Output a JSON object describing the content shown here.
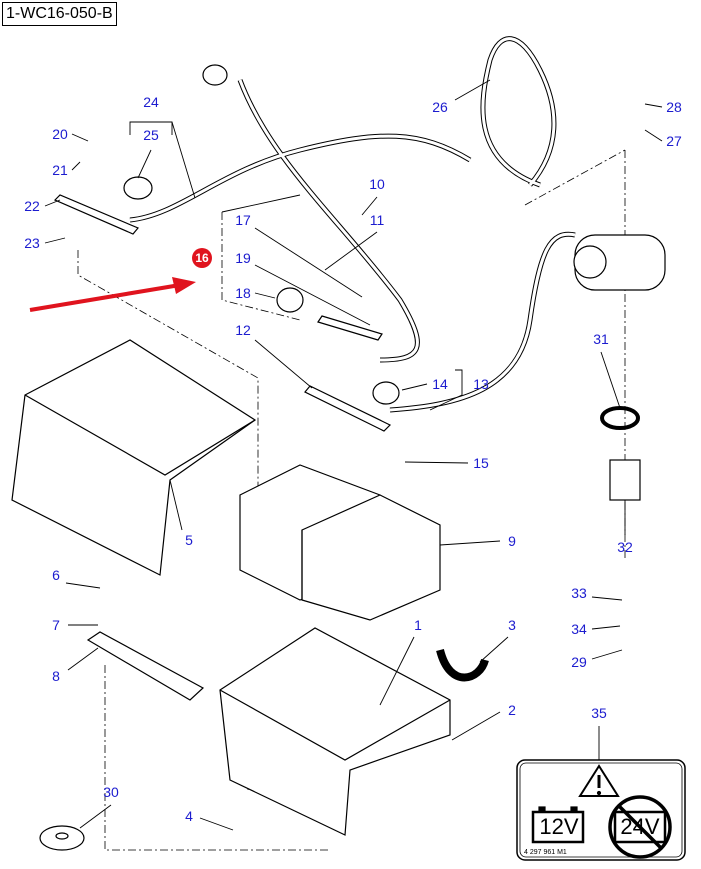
{
  "diagram_code": "1-WC16-050-B",
  "highlight_callout": {
    "number": "16",
    "color": "#e0141e"
  },
  "label_color": "#1c1ccf",
  "arrow_color": "#e0141e",
  "callouts": [
    "24",
    "25",
    "20",
    "21",
    "22",
    "23",
    "26",
    "28",
    "27",
    "10",
    "11",
    "17",
    "19",
    "18",
    "12",
    "14",
    "13",
    "31",
    "15",
    "5",
    "9",
    "32",
    "6",
    "33",
    "7",
    "34",
    "1",
    "3",
    "8",
    "29",
    "2",
    "35",
    "30",
    "4"
  ],
  "decal": {
    "allowed": "12V",
    "prohibited": "24V",
    "part_code": "4 297 961 M1",
    "icons": [
      "warning-triangle-icon",
      "battery-icon",
      "prohibited-icon"
    ]
  }
}
